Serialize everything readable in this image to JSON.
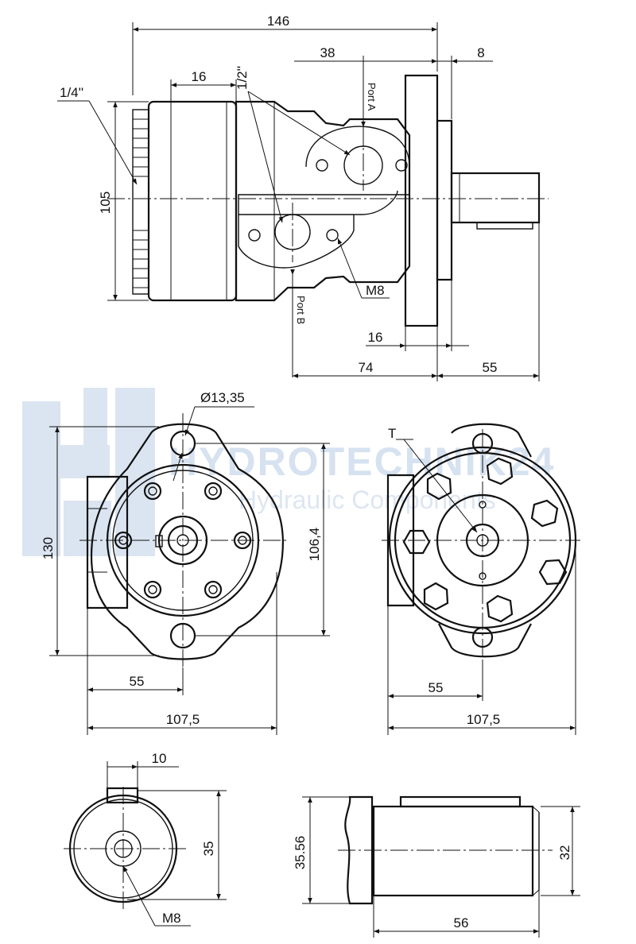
{
  "watermark": {
    "brand": "HYDROTECHNIK24",
    "tagline": "Hydraulic Components",
    "color": "#d6e2f0"
  },
  "side_view": {
    "overall_length": "146",
    "pitch_ports": "38",
    "flange_thickness": "8",
    "housing_width": "16",
    "height": "105",
    "thread_left": "1/4''",
    "thread_ports": "1/2''",
    "port_a": "Port A",
    "port_b": "Port B",
    "bolt_thread": "M8",
    "flange_offset": "16",
    "body_to_flange": "74",
    "shaft_length": "55"
  },
  "front_view": {
    "hole_diameter": "Ø13,35",
    "height": "130",
    "bolt_pitch": "106,4",
    "half_width": "55",
    "width": "107,5"
  },
  "rear_view": {
    "tank_label": "T",
    "half_width": "55",
    "width": "107,5"
  },
  "shaft_end_view": {
    "key_width": "10",
    "shaft_height": "35",
    "center_thread": "M8"
  },
  "shaft_side_view": {
    "diameter": "35.56",
    "key_height": "32",
    "length": "56"
  }
}
